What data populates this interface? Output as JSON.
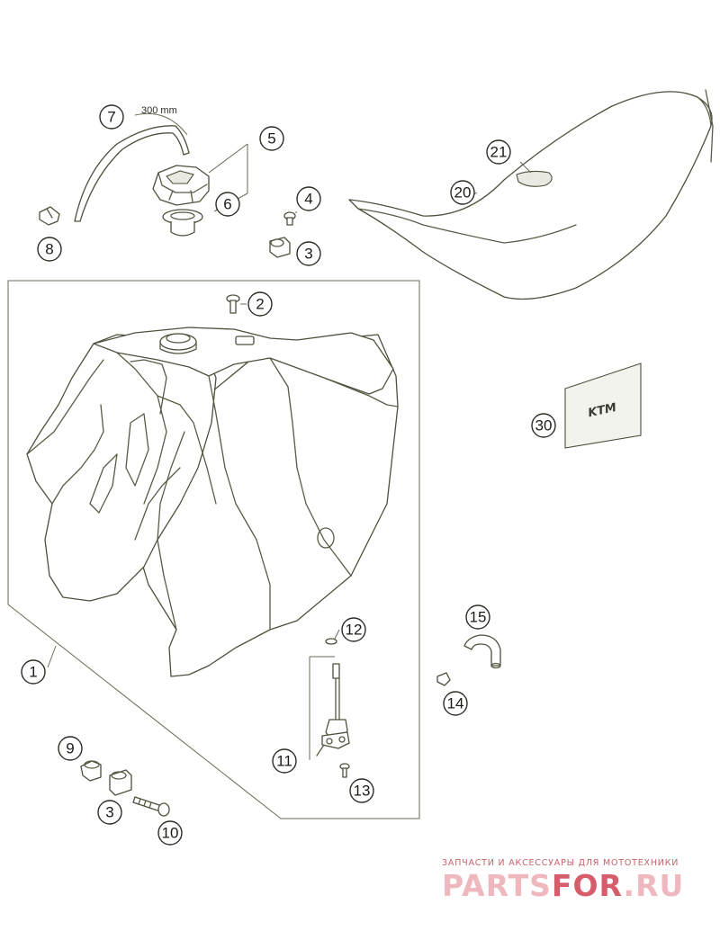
{
  "dimension_label": "300 mm",
  "callouts": [
    "1",
    "2",
    "3",
    "4",
    "5",
    "6",
    "7",
    "8",
    "9",
    "10",
    "11",
    "12",
    "13",
    "14",
    "15",
    "20",
    "21",
    "3",
    "30"
  ],
  "sticker_logo": "KTM",
  "watermark": {
    "tagline": "ЗАПЧАСТИ И АКСЕССУАРЫ ДЛЯ МОТОТЕХНИКИ",
    "logo_main": "PARTS",
    "logo_accent": "FOR",
    "logo_suffix": ".RU"
  },
  "colors": {
    "line": "#5a5a45",
    "watermark_dark": "#c7626b",
    "watermark_light": "#efb8bf"
  }
}
